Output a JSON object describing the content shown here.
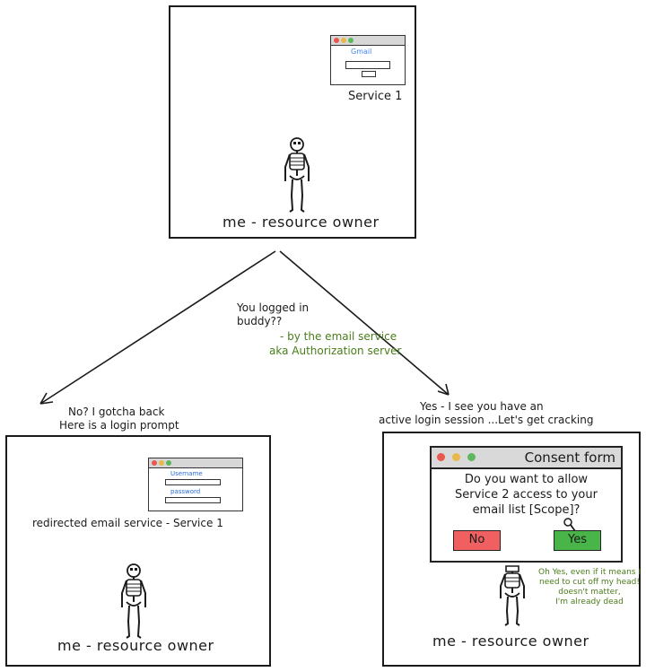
{
  "top_panel": {
    "service_label": "Service 1",
    "owner_label": "me - resource owner",
    "mini_window_brand": "Gmail"
  },
  "center_text": {
    "question_line1": "You logged in",
    "question_line2": "buddy??",
    "attribution_line1": "- by the email service",
    "attribution_line2": "aka Authorization server"
  },
  "left_branch": {
    "caption_line1": "No? I gotcha back",
    "caption_line2": "Here is a login prompt",
    "username_label": "Username",
    "password_label": "password",
    "redirect_label": "redirected email service - Service 1",
    "owner_label": "me - resource owner"
  },
  "right_branch": {
    "caption_line1": "Yes - I see you have an",
    "caption_line2": "active login session ...Let's get cracking",
    "consent_title": "Consent form",
    "consent_q1": "Do you want to allow",
    "consent_q2": "Service 2 access to your",
    "consent_q3": "email list [Scope]?",
    "no_label": "No",
    "yes_label": "Yes",
    "note_line1": "Oh Yes, even if it means I",
    "note_line2": "need to cut off my head!",
    "note_line3": "doesn't matter,",
    "note_line4": "I'm already dead",
    "owner_label": "me - resource owner"
  },
  "colors": {
    "green_text": "#4a7d1a",
    "no_button": "#f06060",
    "yes_button": "#49b549",
    "dot_red": "#e9574f",
    "dot_yellow": "#e9b84a",
    "dot_green": "#5cb85c"
  }
}
